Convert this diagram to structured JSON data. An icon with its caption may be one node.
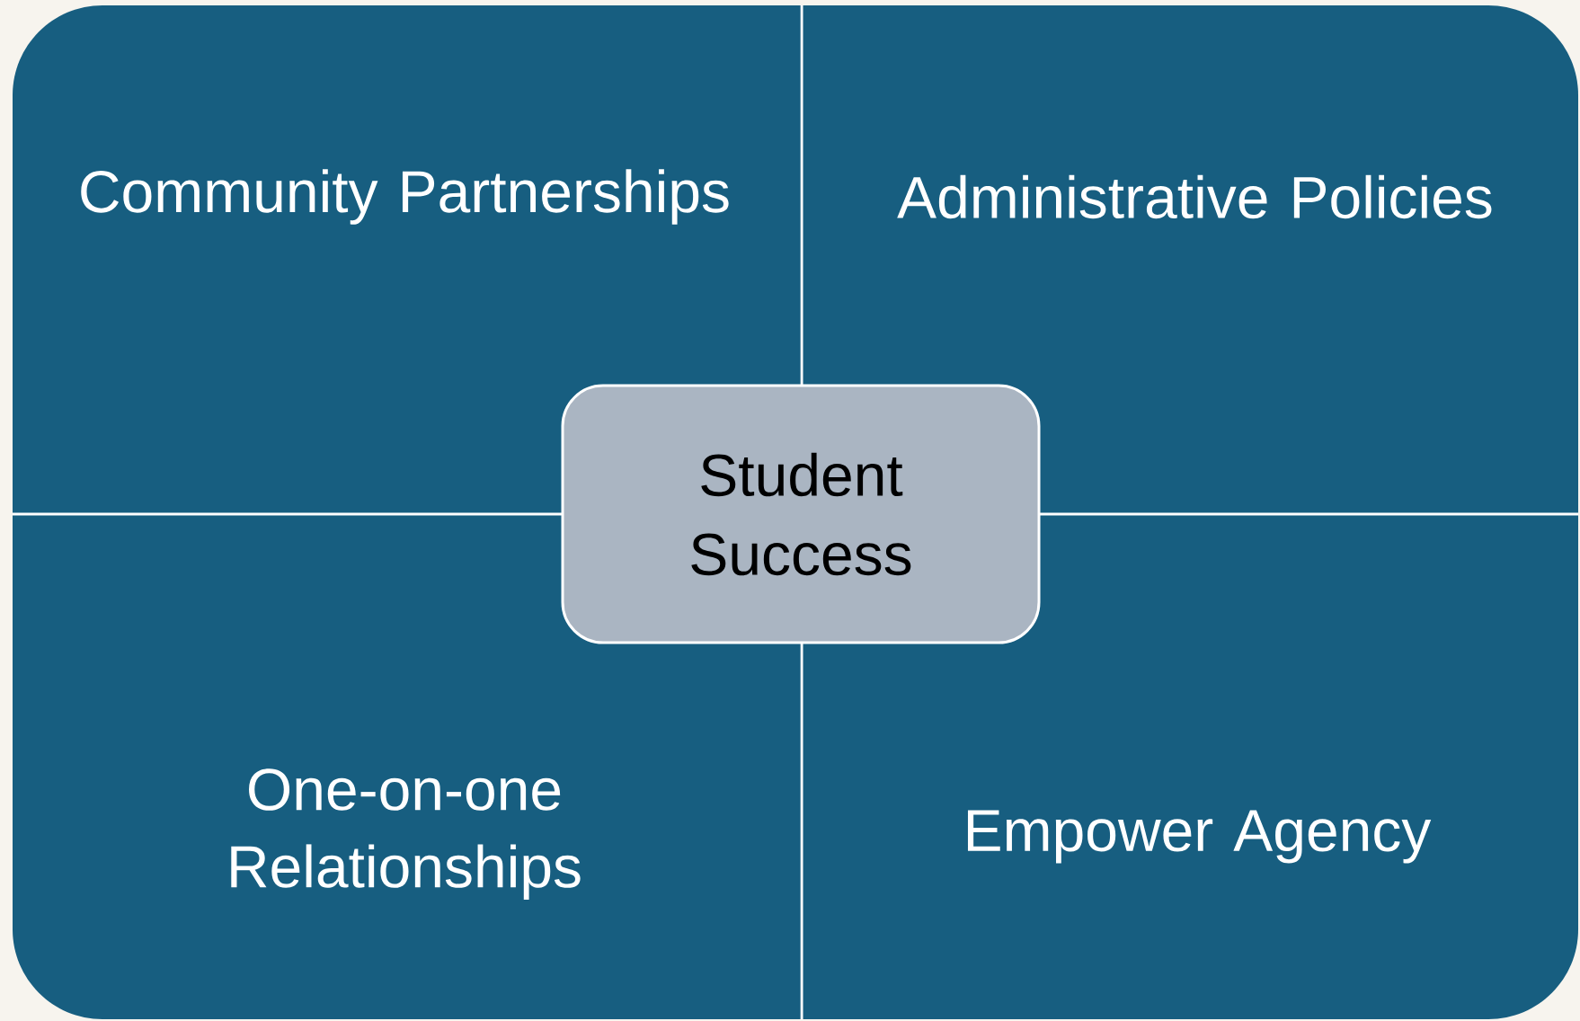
{
  "diagram": {
    "nodes": [
      {
        "text": [
          "Community Partnerships"
        ]
      },
      {
        "text": [
          "Administrative Policies"
        ]
      },
      {
        "text": [
          "Student Success"
        ]
      },
      {
        "text": [
          "One-on-one Relationships"
        ]
      },
      {
        "text": [
          "Empower Agency"
        ]
      }
    ]
  }
}
